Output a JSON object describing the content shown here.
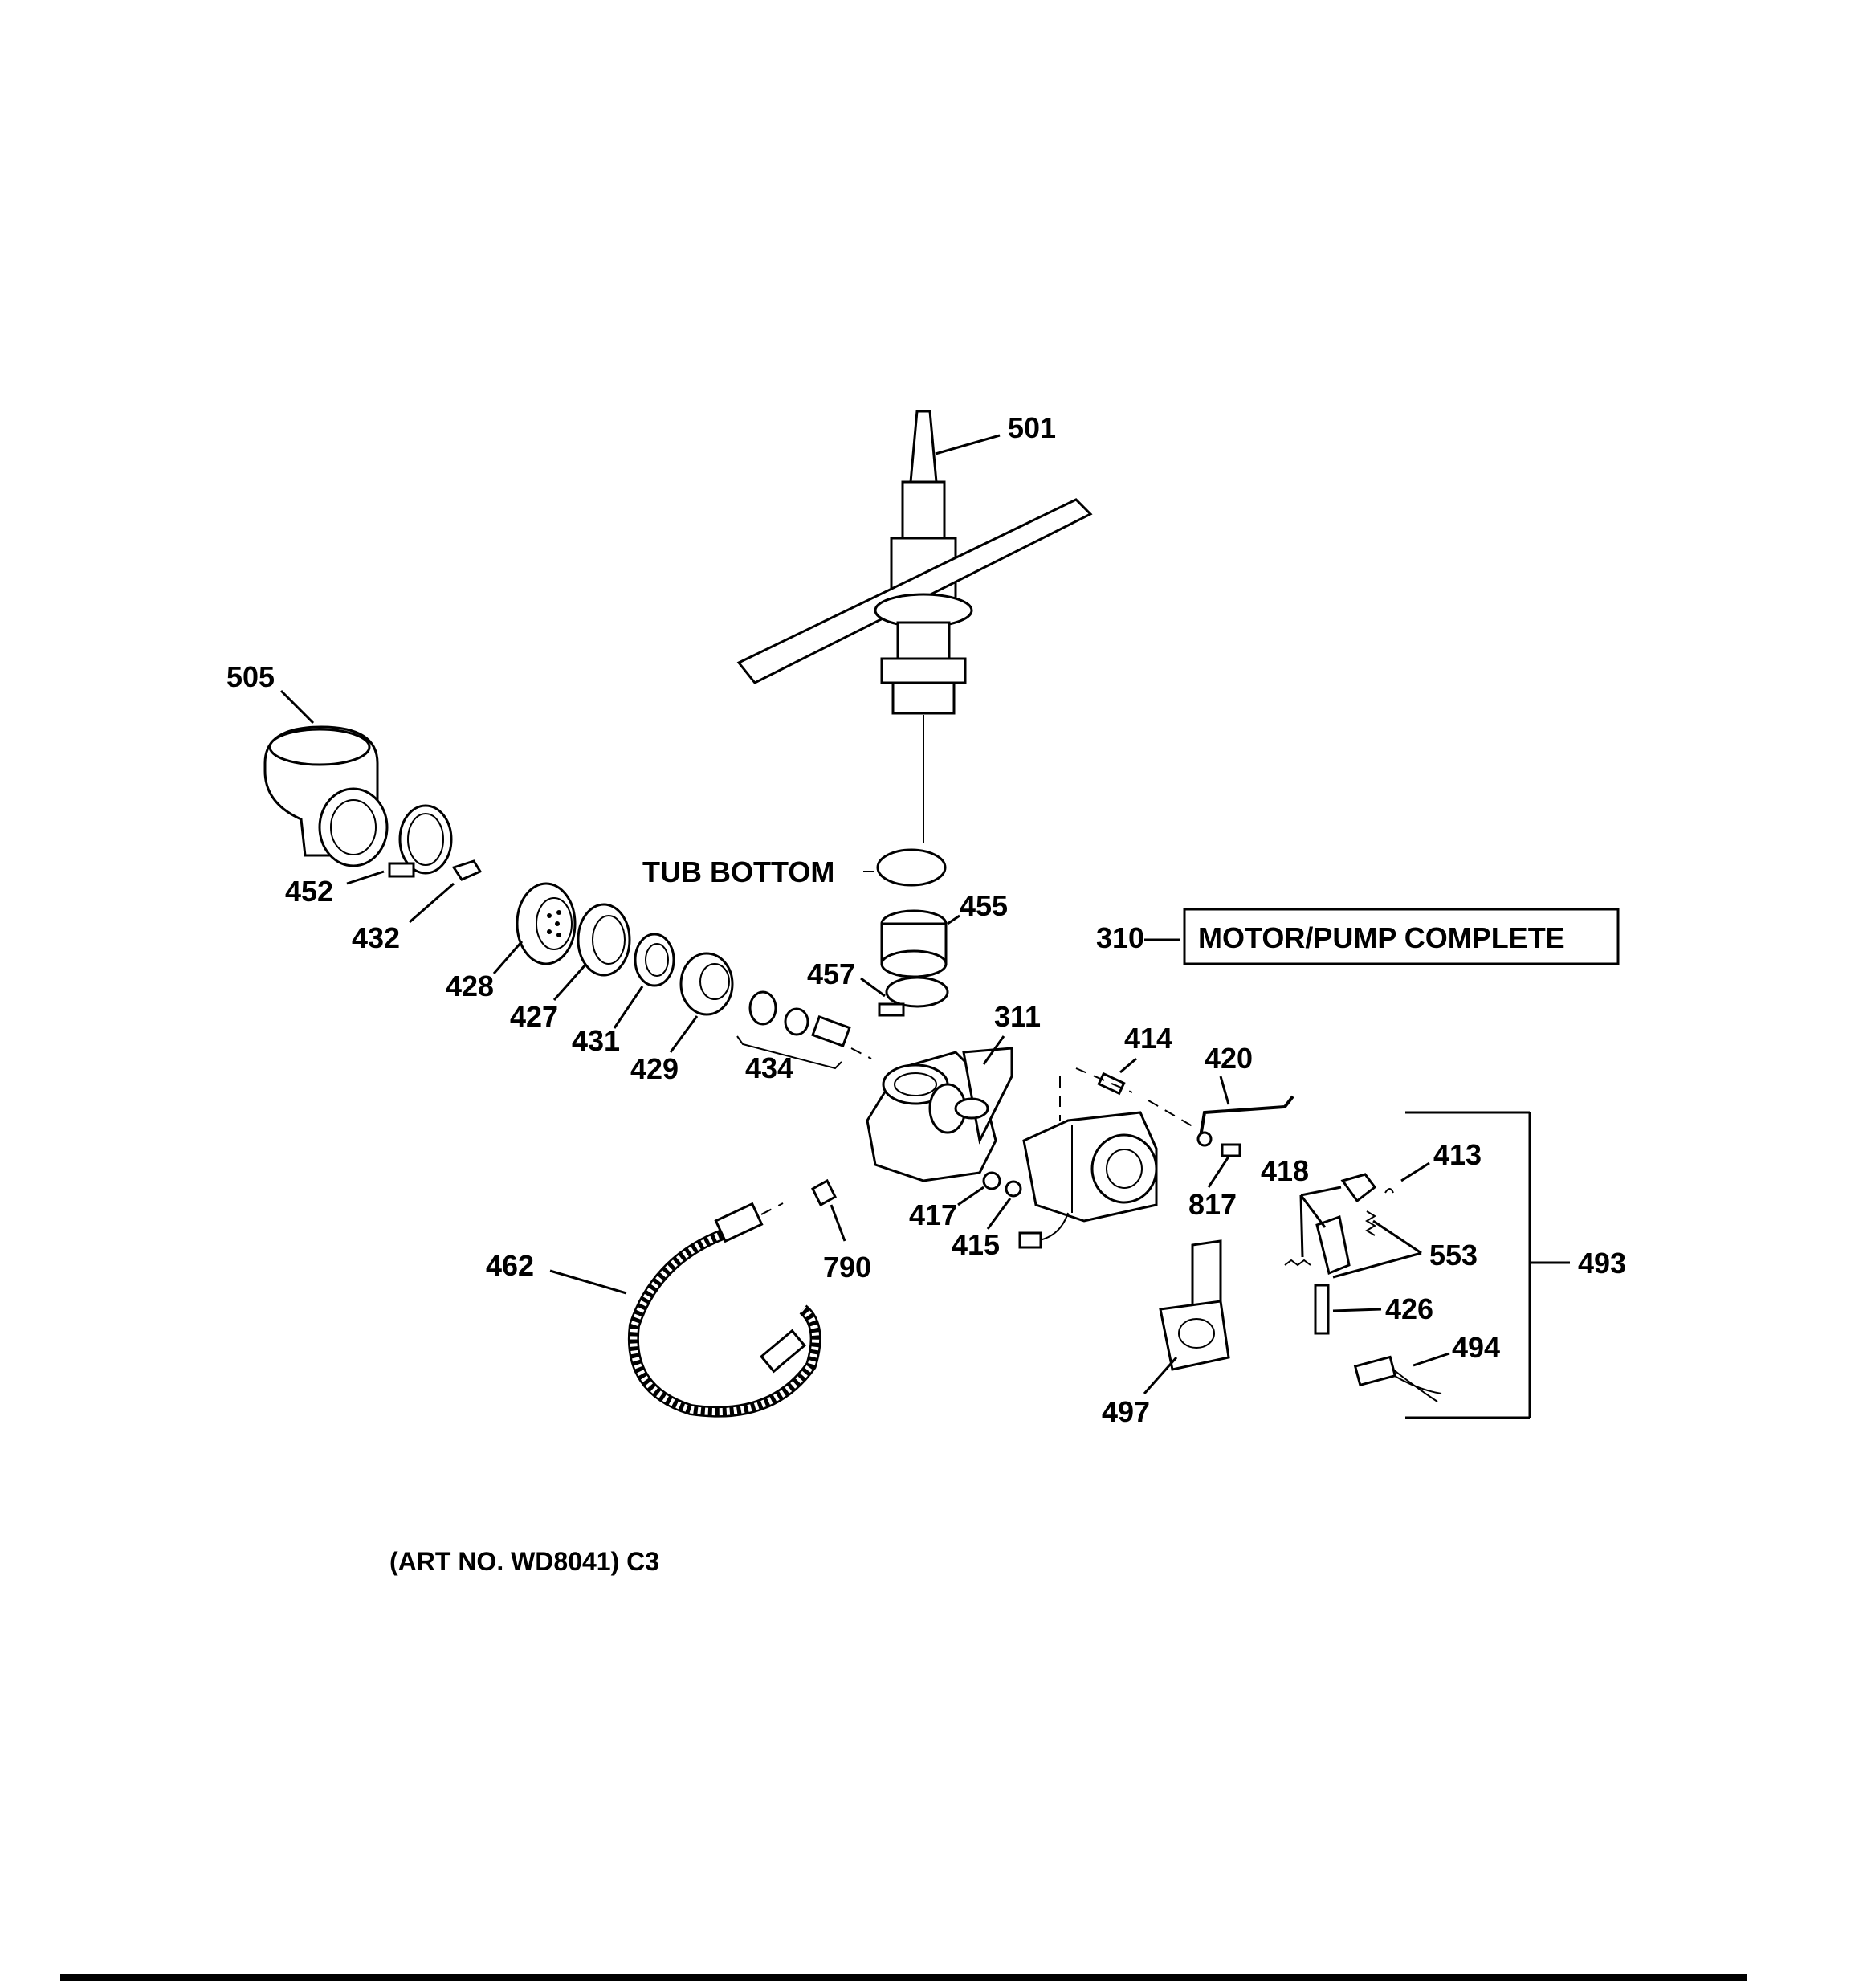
{
  "labels": {
    "p501": "501",
    "p505": "505",
    "p452": "452",
    "p432": "432",
    "p428": "428",
    "p427": "427",
    "p431": "431",
    "p429": "429",
    "p434": "434",
    "tub_bottom": "TUB BOTTOM",
    "p455": "455",
    "p457": "457",
    "p311": "311",
    "p310": "310",
    "motor_pump": "MOTOR/PUMP COMPLETE",
    "p414": "414",
    "p420": "420",
    "p413": "413",
    "p418": "418",
    "p553": "553",
    "p493": "493",
    "p817": "817",
    "p417": "417",
    "p415": "415",
    "p790": "790",
    "p462": "462",
    "p426": "426",
    "p494": "494",
    "p497": "497",
    "art_no": "(ART NO. WD8041) C3"
  }
}
